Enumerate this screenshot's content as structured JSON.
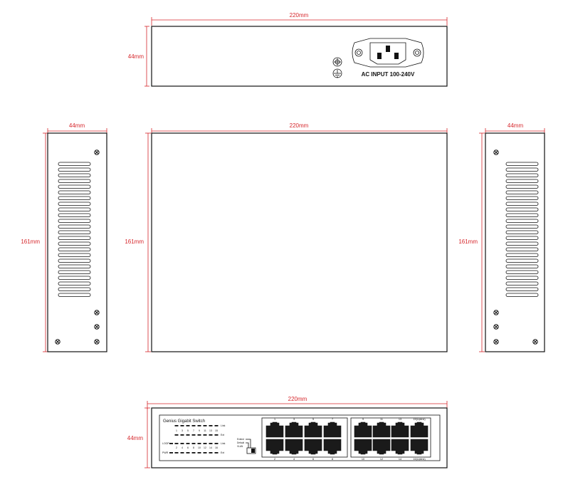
{
  "dimensions": {
    "rear_width": "220mm",
    "rear_height": "44mm",
    "left_width": "44mm",
    "left_height": "161mm",
    "top_width": "220mm",
    "top_height": "161mm",
    "right_width": "44mm",
    "right_height": "161mm",
    "front_width": "220mm",
    "front_height": "44mm"
  },
  "rear_panel": {
    "power_label": "AC INPUT 100-240V"
  },
  "front_panel": {
    "title": "Genius Gigabit Switch",
    "led_row1_numbers": [
      "1",
      "3",
      "5",
      "7",
      "9",
      "11",
      "13",
      "15"
    ],
    "led_row2_numbers": [
      "2",
      "4",
      "6",
      "8",
      "10",
      "12",
      "14",
      "16"
    ],
    "led_status_top": "Link",
    "led_status_ext": "Ext",
    "led_loop": "LOOP",
    "led_link2": "Link",
    "led_pwr": "PWR",
    "led_ext2": "Ext",
    "switch_labels": [
      "Extend",
      "Default",
      "VLAN"
    ],
    "port_top_labels": [
      "1",
      "3",
      "5",
      "7",
      "9",
      "11",
      "13",
      "15(Uplink)"
    ],
    "port_bottom_labels": [
      "2",
      "4",
      "6",
      "8",
      "10",
      "12",
      "14",
      "16(Uplink)"
    ]
  },
  "colors": {
    "dimension": "#d6262b",
    "outline": "#111111",
    "port": "#1a1a1a"
  }
}
